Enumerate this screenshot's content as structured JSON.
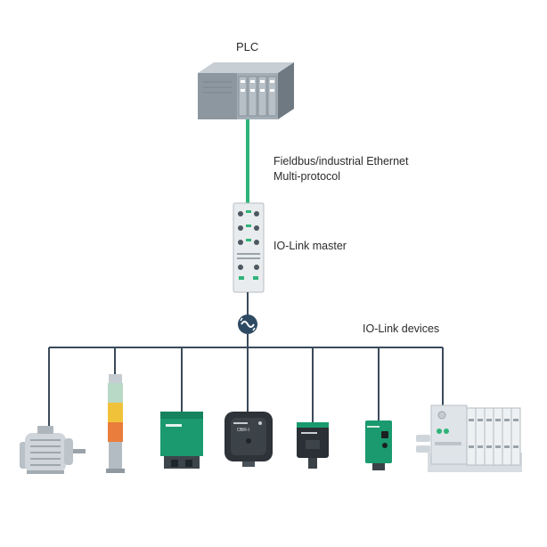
{
  "labels": {
    "plc": "PLC",
    "fieldbus_line1": "Fieldbus/industrial Ethernet",
    "fieldbus_line2": "Multi-protocol",
    "master": "IO-Link master",
    "devices": "IO-Link devices"
  },
  "devices": [
    {
      "name": "motor",
      "icon": "electric-motor-icon"
    },
    {
      "name": "signal-tower",
      "icon": "signal-tower-icon"
    },
    {
      "name": "inductive-sensor",
      "icon": "inductive-sensor-icon"
    },
    {
      "name": "rfid-reader",
      "icon": "rfid-reader-icon",
      "text": "OBR-I"
    },
    {
      "name": "photoelectric-sensor",
      "icon": "photoelectric-sensor-icon"
    },
    {
      "name": "small-photoelectric-sensor",
      "icon": "small-sensor-icon"
    },
    {
      "name": "valve-terminal",
      "icon": "valve-terminal-icon"
    }
  ],
  "colors": {
    "fieldbus_line": "#2fb47a",
    "wire": "#3a4a5a",
    "device_green": "#1a9a6e",
    "plc_body": "#8c97a0",
    "iolink_symbol": "#2e4a63"
  }
}
